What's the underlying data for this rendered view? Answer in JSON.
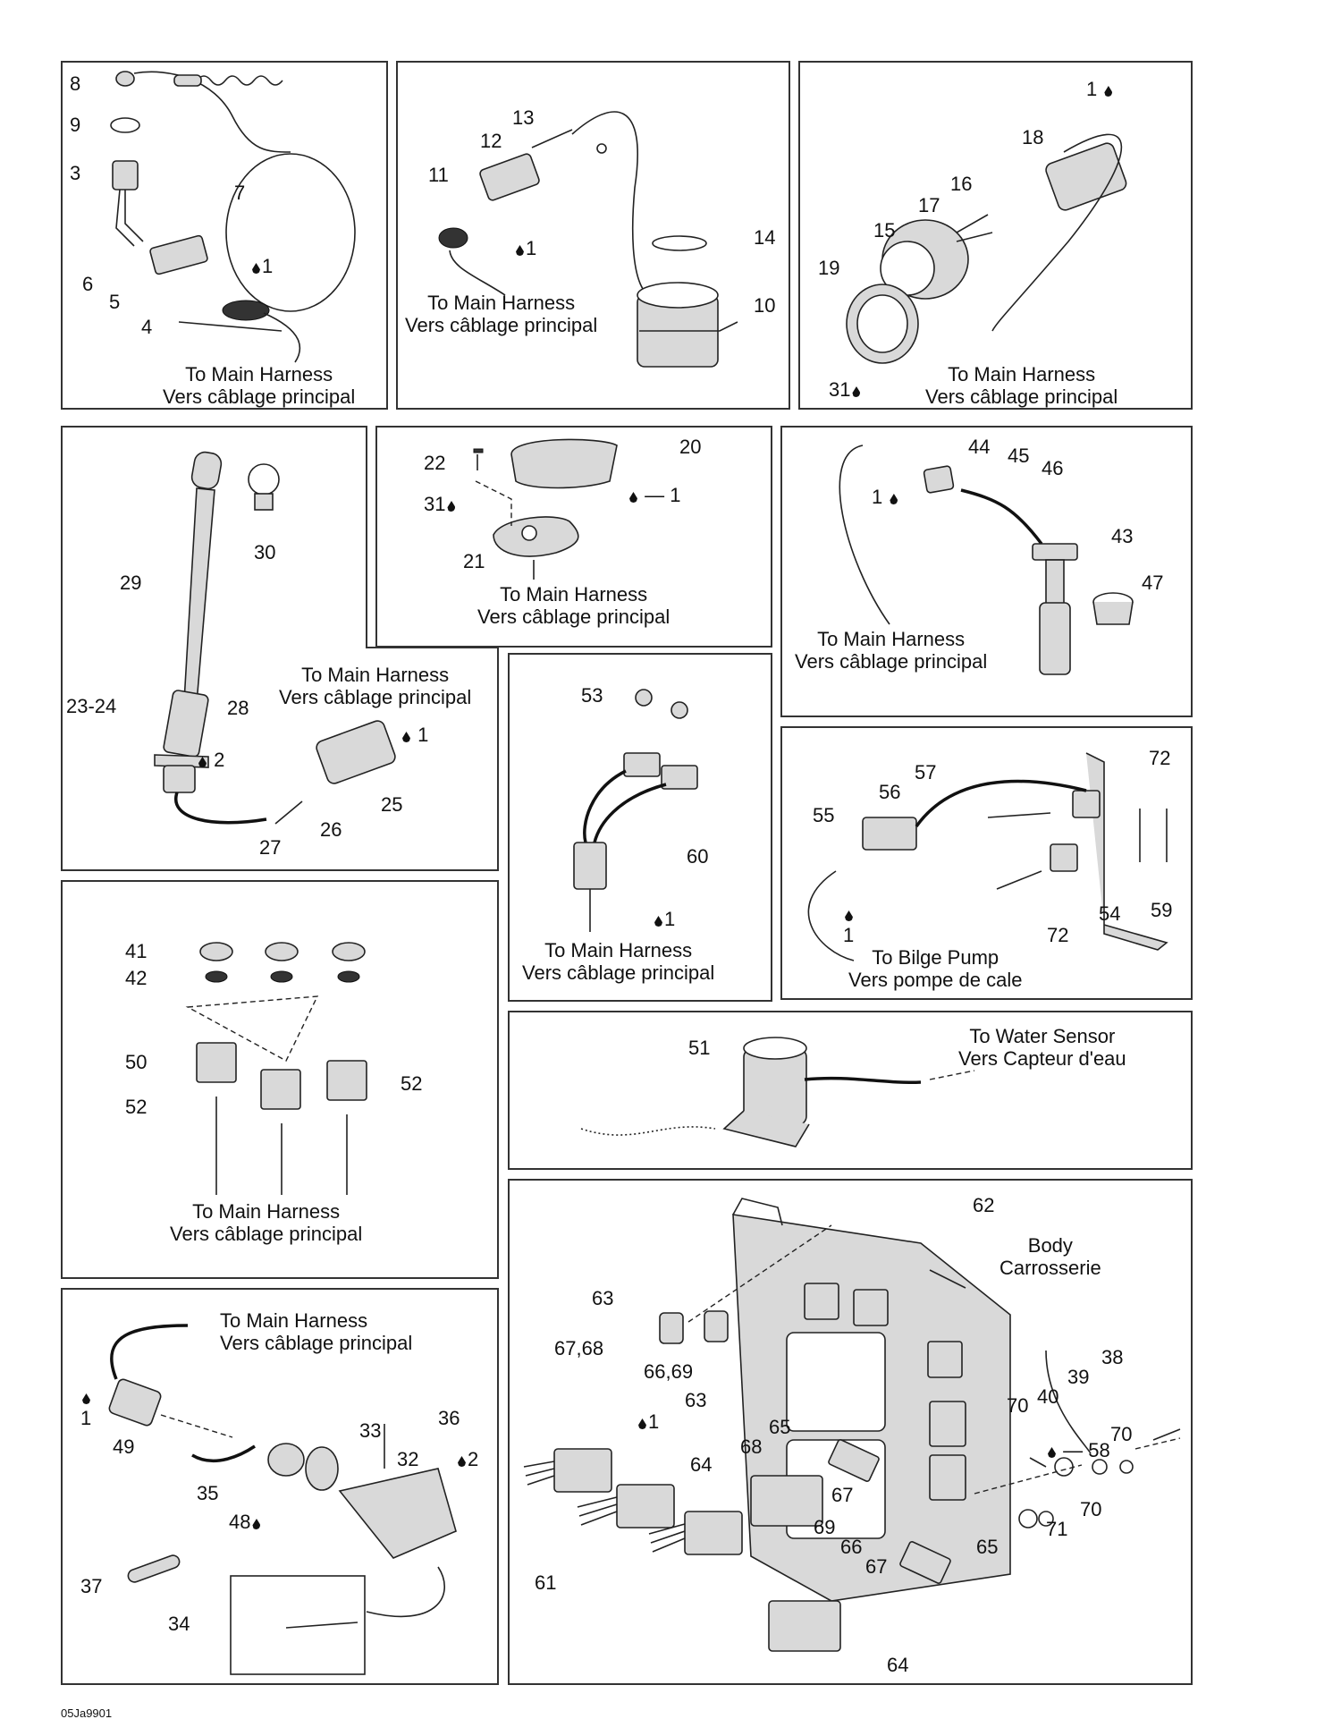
{
  "notes": {
    "to_main_en": "To Main Harness",
    "to_main_fr": "Vers câblage principal",
    "to_bilge_en": "To Bilge Pump",
    "to_bilge_fr": "Vers pompe de cale",
    "to_water_en": "To Water Sensor",
    "to_water_fr": "Vers Capteur d'eau",
    "body_en": "Body",
    "body_fr": "Carrosserie"
  },
  "drawing_code": "05Ja9901",
  "icons": {
    "sealant": "sealant-drop-icon"
  },
  "parts": {
    "p1": "1",
    "p2": "2",
    "p3": "3",
    "p4": "4",
    "p5": "5",
    "p6": "6",
    "p7": "7",
    "p8": "8",
    "p9": "9",
    "p10": "10",
    "p11": "11",
    "p12": "12",
    "p13": "13",
    "p14": "14",
    "p15": "15",
    "p16": "16",
    "p17": "17",
    "p18": "18",
    "p19": "19",
    "p20": "20",
    "p21": "21",
    "p22": "22",
    "p23_24": "23-24",
    "p25": "25",
    "p26": "26",
    "p27": "27",
    "p28": "28",
    "p29": "29",
    "p30": "30",
    "p31": "31",
    "p32": "32",
    "p33": "33",
    "p34": "34",
    "p35": "35",
    "p36": "36",
    "p37": "37",
    "p38": "38",
    "p39": "39",
    "p40": "40",
    "p41": "41",
    "p42": "42",
    "p43": "43",
    "p44": "44",
    "p45": "45",
    "p46": "46",
    "p47": "47",
    "p48": "48",
    "p49": "49",
    "p50": "50",
    "p51": "51",
    "p52": "52",
    "p53": "53",
    "p54": "54",
    "p55": "55",
    "p56": "56",
    "p57": "57",
    "p58": "58",
    "p59": "59",
    "p60": "60",
    "p61": "61",
    "p62": "62",
    "p63": "63",
    "p64": "64",
    "p65": "65",
    "p66": "66",
    "p66_69": "66,69",
    "p67": "67",
    "p67_68": "67,68",
    "p68": "68",
    "p69": "69",
    "p70": "70",
    "p71": "71",
    "p72": "72"
  }
}
